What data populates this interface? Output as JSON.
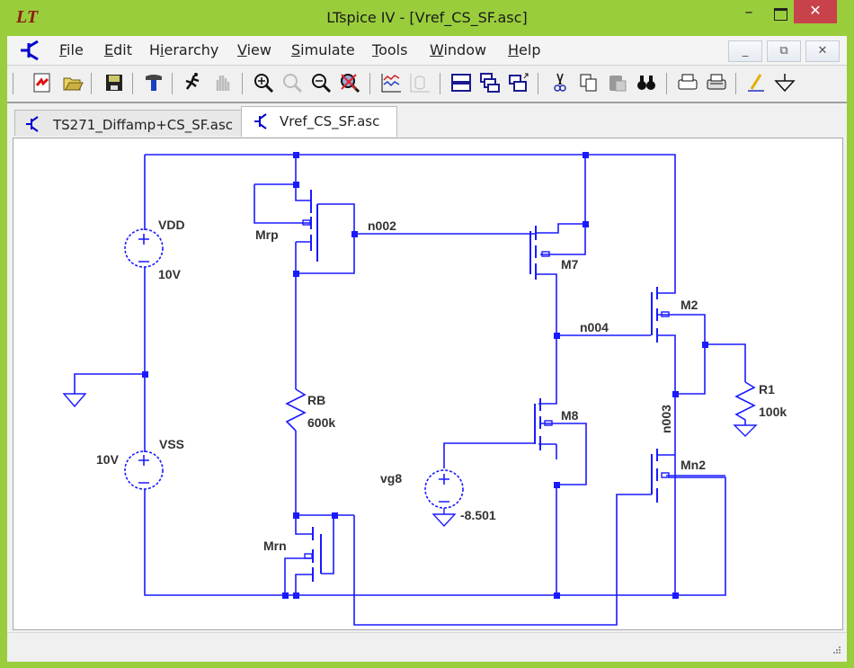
{
  "window": {
    "title": "LTspice IV - [Vref_CS_SF.asc]",
    "logo_text": "LT",
    "minimize_label": "–",
    "close_label": "✕"
  },
  "menu": {
    "items": [
      {
        "accel": "F",
        "rest": "ile"
      },
      {
        "accel": "E",
        "rest": "dit"
      },
      {
        "pre": "H",
        "accel": "i",
        "rest": "erarchy"
      },
      {
        "accel": "V",
        "rest": "iew"
      },
      {
        "accel": "S",
        "rest": "imulate"
      },
      {
        "accel": "T",
        "rest": "ools"
      },
      {
        "accel": "W",
        "rest": "indow"
      },
      {
        "accel": "H",
        "rest": "elp"
      }
    ],
    "mdi_minimize": "_",
    "mdi_restore": "⧉",
    "mdi_close": "✕"
  },
  "toolbar": {
    "icons": [
      "new-schematic-icon",
      "open-folder-icon",
      "save-icon",
      "control-panel-hammer-icon",
      "run-icon",
      "halt-hand-icon",
      "zoom-in-icon",
      "pan-icon",
      "zoom-out-icon",
      "zoom-fit-icon",
      "waveform-icon",
      "autorange-icon",
      "tile-horizontal-icon",
      "cascade-icon",
      "close-windows-icon",
      "cut-icon",
      "copy-icon",
      "paste-icon",
      "find-icon",
      "print-preview-icon",
      "print-icon",
      "draw-wire-icon",
      "ground-icon"
    ]
  },
  "tabs": [
    {
      "label": "TS271_Diffamp+CS_SF.asc",
      "active": false
    },
    {
      "label": "Vref_CS_SF.asc",
      "active": true
    }
  ],
  "schematic": {
    "wire_color": "#1a1aff",
    "labels": {
      "vdd_name": "VDD",
      "vdd_value": "10V",
      "vss_name": "VSS",
      "vss_value": "10V",
      "mrp": "Mrp",
      "n002": "n002",
      "rb_name": "RB",
      "rb_value": "600k",
      "mrn": "Mrn",
      "m7": "M7",
      "m8": "M8",
      "vg8_name": "vg8",
      "vg8_value": "-8.501",
      "n004": "n004",
      "n003": "n003",
      "m2": "M2",
      "mn2": "Mn2",
      "r1_name": "R1",
      "r1_value": "100k"
    }
  },
  "status": {
    "text": ""
  }
}
